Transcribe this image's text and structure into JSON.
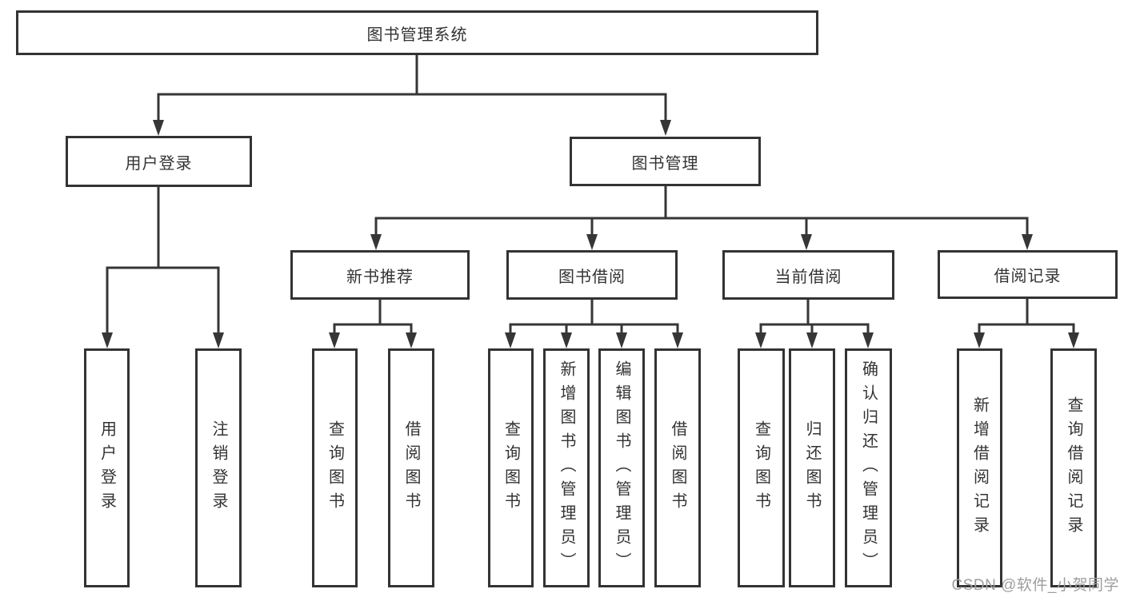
{
  "diagram": {
    "root": {
      "label": "图书管理系统"
    },
    "level2": [
      {
        "label": "用户登录",
        "children": [
          {
            "label": "用户登录"
          },
          {
            "label": "注销登录"
          }
        ]
      },
      {
        "label": "图书管理",
        "children": [
          {
            "label": "新书推荐",
            "children": [
              {
                "label": "查询图书"
              },
              {
                "label": "借阅图书"
              }
            ]
          },
          {
            "label": "图书借阅",
            "children": [
              {
                "label": "查询图书"
              },
              {
                "label": "新增图书（管理员）"
              },
              {
                "label": "编辑图书（管理员）"
              },
              {
                "label": "借阅图书"
              }
            ]
          },
          {
            "label": "当前借阅",
            "children": [
              {
                "label": "查询图书"
              },
              {
                "label": "归还图书"
              },
              {
                "label": "确认归还（管理员）"
              }
            ]
          },
          {
            "label": "借阅记录",
            "children": [
              {
                "label": "新增借阅记录"
              },
              {
                "label": "查询借阅记录"
              }
            ]
          }
        ]
      }
    ]
  },
  "watermark": {
    "text": "CSDN @软件_小贺同学"
  },
  "colors": {
    "line": "#363636",
    "box_border": "#333333",
    "box_fill": "#ffffff",
    "text": "#333333",
    "watermark": "#9e9e9e"
  }
}
